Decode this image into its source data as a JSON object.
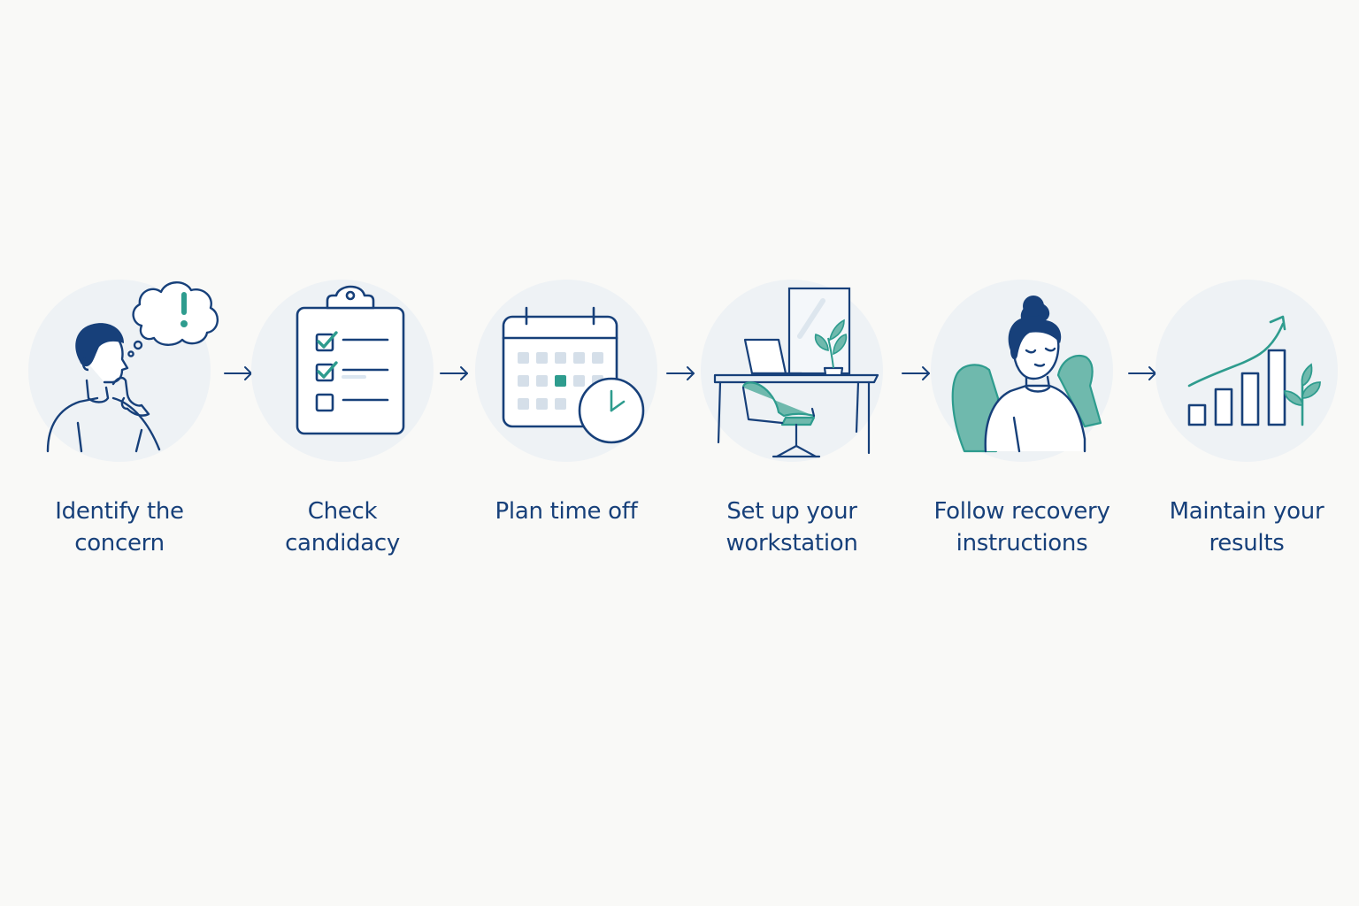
{
  "steps": [
    {
      "icon": "person-thinking-icon",
      "label_line1": "Identify the",
      "label_line2": "concern"
    },
    {
      "icon": "clipboard-checklist-icon",
      "label_line1": "Check",
      "label_line2": "candidacy"
    },
    {
      "icon": "calendar-clock-icon",
      "label_line1": "Plan time off",
      "label_line2": ""
    },
    {
      "icon": "desk-workstation-icon",
      "label_line1": "Set up your",
      "label_line2": "workstation"
    },
    {
      "icon": "person-resting-icon",
      "label_line1": "Follow recovery",
      "label_line2": "instructions"
    },
    {
      "icon": "growth-chart-icon",
      "label_line1": "Maintain your",
      "label_line2": "results"
    }
  ],
  "arrows": [
    "arrow-right-icon",
    "arrow-right-icon",
    "arrow-right-icon",
    "arrow-right-icon",
    "arrow-right-icon"
  ],
  "colors": {
    "navy": "#17407a",
    "teal": "#2e9c8e",
    "teal_fill": "#6fb9ad",
    "circle_bg": "#eef2f5",
    "background": "#f9f9f7"
  }
}
